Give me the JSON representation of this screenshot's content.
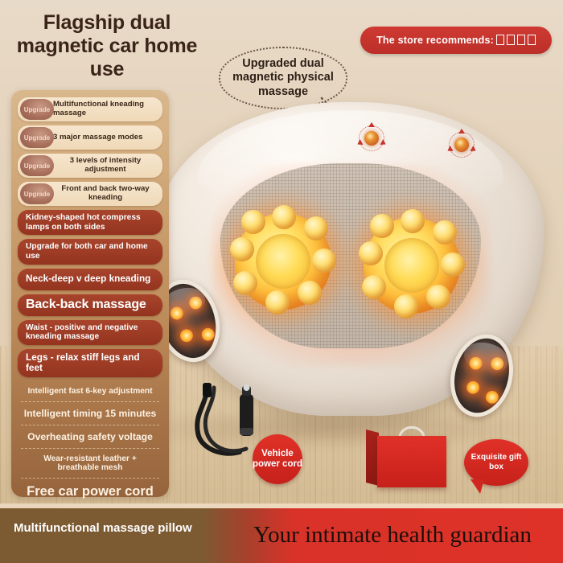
{
  "headline": "Flagship dual magnetic car home use",
  "store_banner": {
    "label": "The store recommends:",
    "glyph_count": 4
  },
  "callout": {
    "text": "Upgraded dual magnetic physical massage"
  },
  "features": {
    "upgrade_badge_label": "Upgrade",
    "upgrade_rows": [
      {
        "text": "Multifunctional kneading massage",
        "center": false
      },
      {
        "text": "3 major massage modes",
        "center": false
      },
      {
        "text": "3 levels of intensity adjustment",
        "center": true
      },
      {
        "text": "Front and back two-way kneading",
        "center": true
      }
    ],
    "red_rows": [
      {
        "text": "Kidney-shaped hot compress lamps on both sides",
        "size": "small"
      },
      {
        "text": "Upgrade for both car and home use",
        "size": "small"
      },
      {
        "text": "Neck-deep v deep kneading",
        "size": "mid"
      },
      {
        "text": "Back-back massage",
        "size": "big"
      },
      {
        "text": "Waist - positive and negative kneading massage",
        "size": "small"
      },
      {
        "text": "Legs - relax stiff legs and feet",
        "size": "mid"
      }
    ],
    "plain_rows": [
      {
        "text": "Intelligent fast 6-key adjustment",
        "size": "s"
      },
      {
        "text": "Intelligent timing 15 minutes",
        "size": "m"
      },
      {
        "text": "Overheating safety voltage",
        "size": "m"
      },
      {
        "text": "Wear-resistant leather + breathable mesh",
        "size": "s"
      },
      {
        "text": "Free car power cord",
        "size": "l"
      }
    ]
  },
  "badges": {
    "vehicle_cord": "Vehicle power cord",
    "gift_box": "Exquisite gift box"
  },
  "footer": {
    "product_name": "Multifunctional massage pillow",
    "tagline": "Your intimate health guardian"
  },
  "colors": {
    "brand_red": "#d93228",
    "panel_brown": "#a9764a",
    "row_red": "#94341f",
    "text_dark": "#3a2418"
  }
}
